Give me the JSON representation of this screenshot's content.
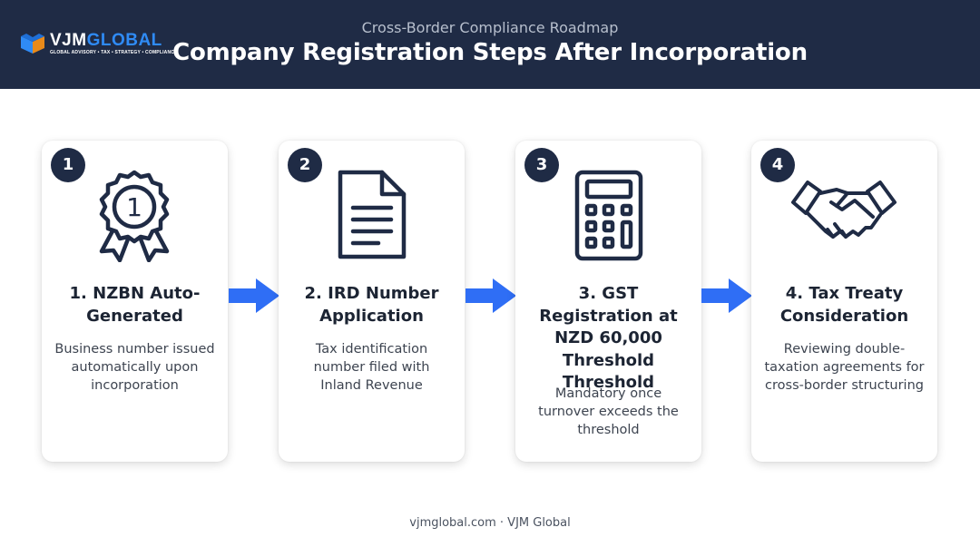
{
  "header": {
    "logo": {
      "brand_a": "VJM",
      "brand_b": "GLOBAL",
      "tagline": "GLOBAL ADVISORY • TAX • STRATEGY • COMPLIANCE"
    },
    "subtitle": "Cross-Border Compliance Roadmap",
    "title": "Company Registration Steps After Incorporation"
  },
  "steps": [
    {
      "number": "1",
      "icon": "award-ribbon-icon",
      "icon_text": "1",
      "title": "1. NZBN Auto-Generated",
      "description": "Business number issued automatically upon incorporation"
    },
    {
      "number": "2",
      "icon": "document-icon",
      "title": "2. IRD Number Application",
      "description": "Tax identification number filed with Inland Revenue"
    },
    {
      "number": "3",
      "icon": "calculator-icon",
      "title": "3. GST Registration at NZD 60,000 Threshold Threshold",
      "description": "Mandatory once turnover exceeds the threshold"
    },
    {
      "number": "4",
      "icon": "handshake-icon",
      "title": "4. Tax Treaty Consideration",
      "description": "Reviewing double-taxation agreements for cross-border structuring"
    }
  ],
  "footer": {
    "text": "vjmglobal.com · VJM Global"
  },
  "colors": {
    "header_bg": "#1f2b45",
    "badge_bg": "#1f2b45",
    "arrow": "#2f6ef5",
    "logo_accent": "#2f8bf5"
  }
}
